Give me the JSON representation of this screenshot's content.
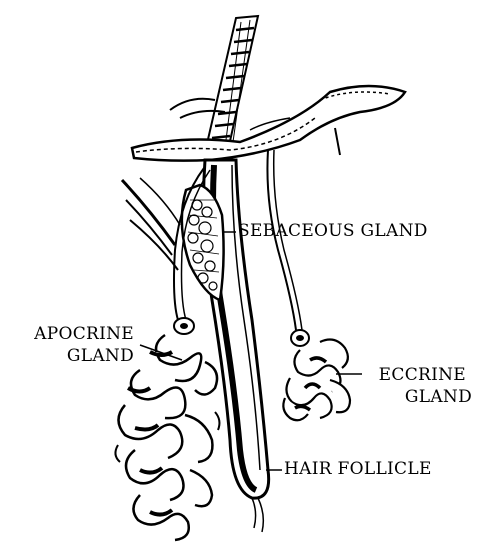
{
  "labels": {
    "sebaceous": "SEBACEOUS GLAND",
    "apocrine_line1": "APOCRINE",
    "apocrine_line2": "GLAND",
    "eccrine_line1": "ECCRINE",
    "eccrine_line2": "GLAND",
    "hair_follicle": "HAIR FOLLICLE"
  },
  "colors": {
    "ink": "#000000",
    "paper": "#ffffff"
  }
}
